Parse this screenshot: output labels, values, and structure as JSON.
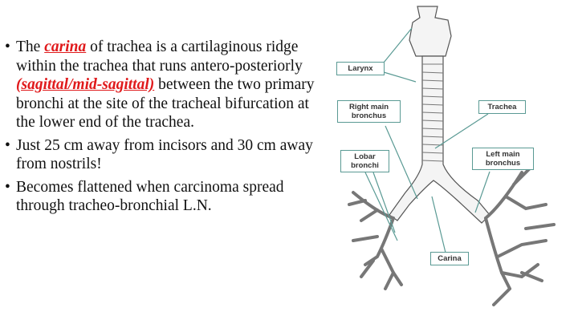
{
  "bullets": [
    {
      "parts": [
        "The ",
        "carina",
        " of trachea is a cartilaginous ridge within the trachea that runs antero-posteriorly ",
        "(sagittal/mid-sagittal)",
        " between the two primary bronchi at the site of the tracheal bifurcation at the lower end of the trachea."
      ]
    },
    {
      "text": "Just 25 cm away from incisors and 30 cm away from nostrils!"
    },
    {
      "text": "Becomes flattened when carcinoma spread through  tracheo-bronchial L.N."
    }
  ],
  "bullet_symbol": "•",
  "diagram": {
    "labels": {
      "larynx": "Larynx",
      "right_main_bronchus": "Right main bronchus",
      "trachea": "Trachea",
      "lobar_bronchi": "Lobar bronchi",
      "left_main_bronchus": "Left main bronchus",
      "carina": "Carina"
    }
  },
  "colors": {
    "highlight": "#e0191b",
    "leader": "#5a9a94"
  }
}
